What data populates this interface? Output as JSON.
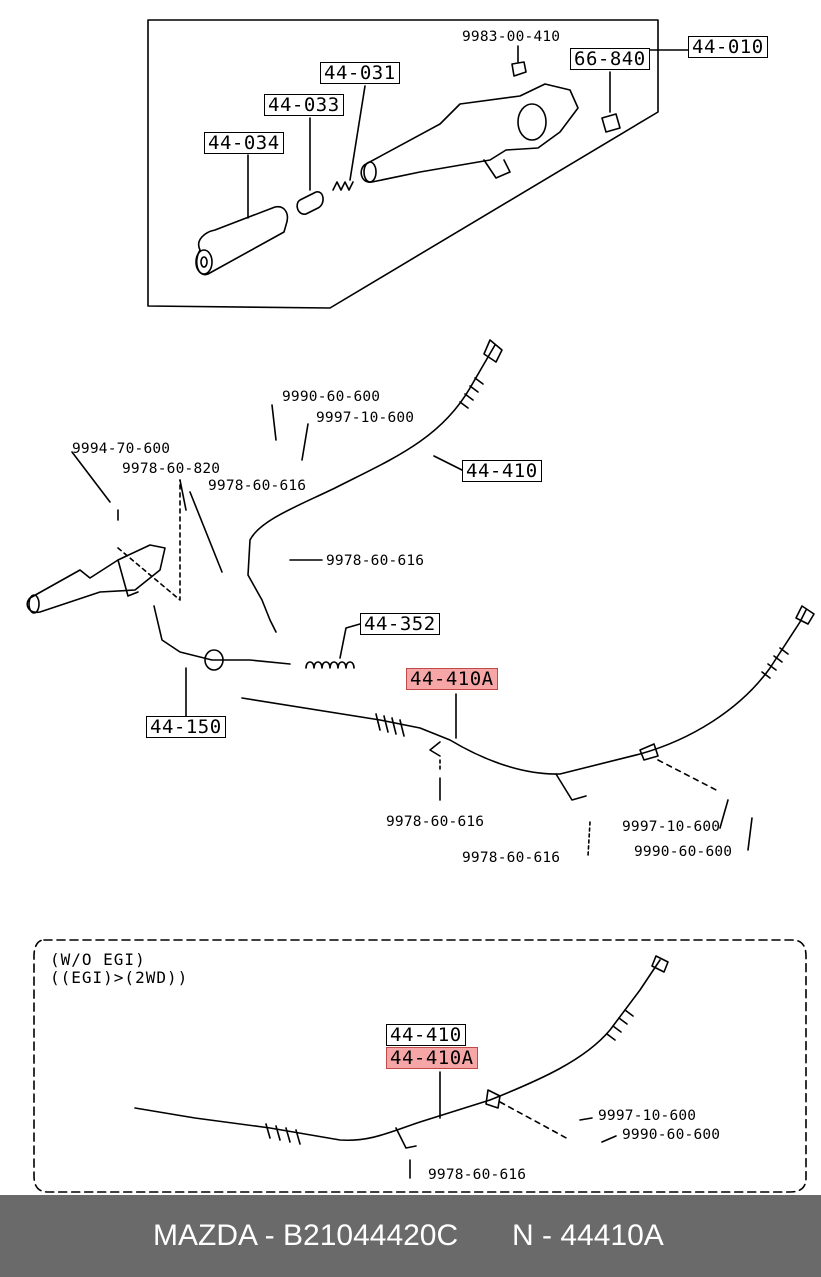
{
  "top_group": {
    "assembly": "44-010",
    "handle": "44-034",
    "spring_top": "44-031",
    "spacer": "44-033",
    "clip": "66-840",
    "bolt_top": "9983-00-410"
  },
  "main_group": {
    "cable_front": "44-410",
    "cable_highlight": "44-410A",
    "lever": "44-150",
    "spring": "44-352",
    "nut_a": "9990-60-600",
    "clip_a": "9997-10-600",
    "bolt_lever": "9994-70-600",
    "bolt_820": "9978-60-820",
    "bolt_616_a": "9978-60-616",
    "bolt_616_b": "9978-60-616",
    "bolt_616_c": "9978-60-616",
    "bolt_616_d": "9978-60-616",
    "clip_b": "9997-10-600",
    "nut_b": "9990-60-600"
  },
  "variant_group": {
    "condition_line1": "(W/O EGI)",
    "condition_line2": "((EGI)>(2WD))",
    "cable": "44-410",
    "cable_highlight": "44-410A",
    "clip": "9997-10-600",
    "nut": "9990-60-600",
    "bolt": "9978-60-616"
  },
  "footer": {
    "brand_code": "MAZDA - B21044420C",
    "part_ref": "N - 44410A",
    "background": "#6a6a6a",
    "highlight": "#f6a6a6"
  }
}
